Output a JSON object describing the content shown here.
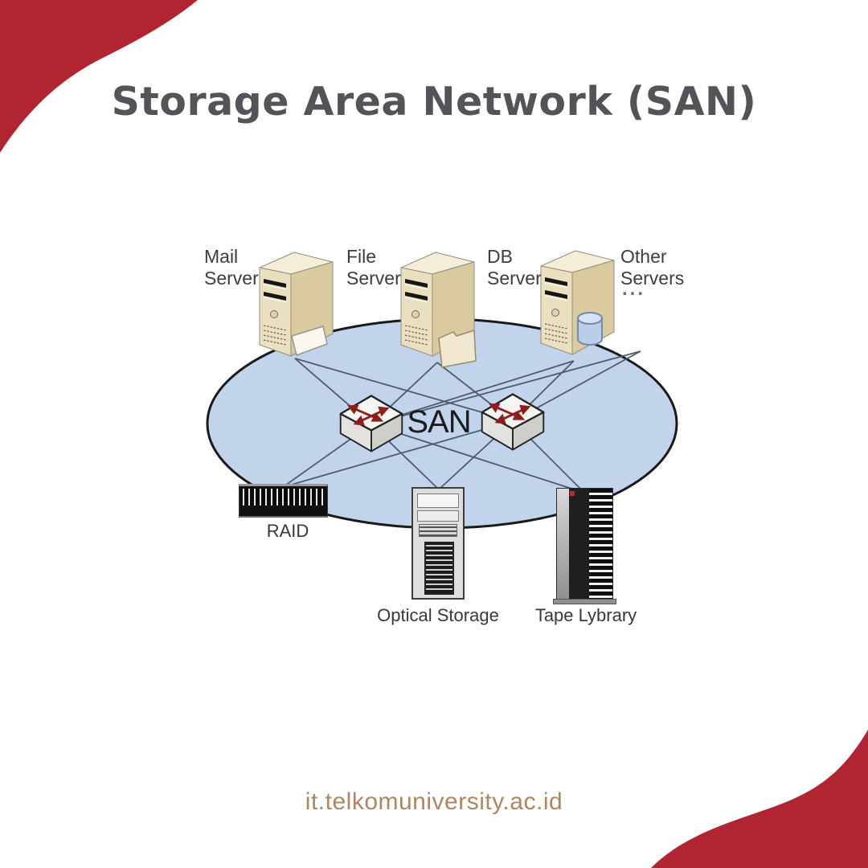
{
  "page": {
    "title": "Storage Area Network (SAN)",
    "footer": "it.telkomuniversity.ac.id"
  },
  "colors": {
    "corner_red": "#b02531",
    "title_gray": "#56525a",
    "footer_tan": "#ae8660",
    "ellipse_fill": "#c2d4ec",
    "ellipse_stroke": "#1a1a1a",
    "link_line": "#4d5c6b"
  },
  "diagram": {
    "san_label": "SAN",
    "servers": [
      {
        "label": "Mail\nServer",
        "icon": "server-tower-icon",
        "accessory": "envelope-icon"
      },
      {
        "label": "File\nServer",
        "icon": "server-tower-icon",
        "accessory": "folder-icon"
      },
      {
        "label": "DB\nServer",
        "icon": "server-tower-icon",
        "accessory": "database-cylinder-icon"
      },
      {
        "label": "Other\nServers",
        "ellipsis": "...",
        "icon": "none"
      }
    ],
    "switches": [
      {
        "icon": "fc-switch-icon"
      },
      {
        "icon": "fc-switch-icon"
      }
    ],
    "storage": [
      {
        "label": "RAID",
        "icon": "raid-array-icon"
      },
      {
        "label": "Optical Storage",
        "icon": "optical-storage-tower-icon"
      },
      {
        "label": "Tape Lybrary",
        "icon": "tape-library-tower-icon"
      }
    ]
  }
}
